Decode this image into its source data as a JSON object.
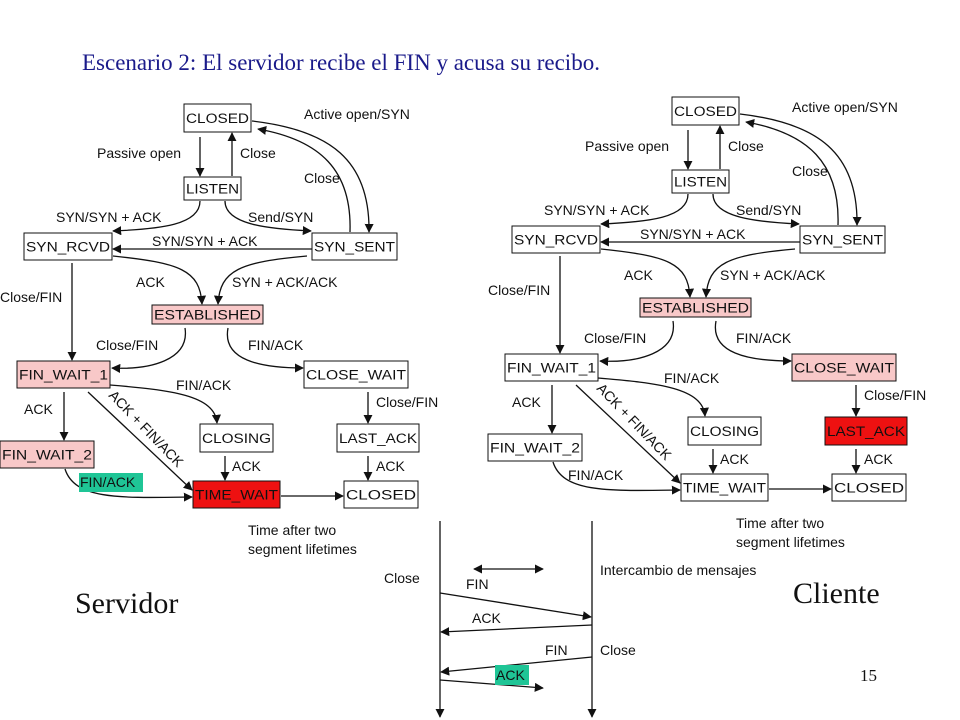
{
  "title": "Escenario 2: El servidor recibe el FIN y acusa su recibo.",
  "colors": {
    "pink": "#f8c8c8",
    "red": "#ee1111",
    "green": "#1fc596",
    "title": "#1a1a8a"
  },
  "servidor": {
    "caption": "Servidor",
    "states": {
      "closed_top": {
        "label": "CLOSED",
        "fill": "#ffffff"
      },
      "listen": {
        "label": "LISTEN",
        "fill": "#ffffff"
      },
      "syn_rcvd": {
        "label": "SYN_RCVD",
        "fill": "#ffffff"
      },
      "syn_sent": {
        "label": "SYN_SENT",
        "fill": "#ffffff"
      },
      "established": {
        "label": "ESTABLISHED",
        "fill": "#f8c8c8"
      },
      "fin_wait_1": {
        "label": "FIN_WAIT_1",
        "fill": "#f8c8c8"
      },
      "close_wait": {
        "label": "CLOSE_WAIT",
        "fill": "#ffffff"
      },
      "closing": {
        "label": "CLOSING",
        "fill": "#ffffff"
      },
      "last_ack": {
        "label": "LAST_ACK",
        "fill": "#ffffff"
      },
      "fin_wait_2": {
        "label": "FIN_WAIT_2",
        "fill": "#f8c8c8"
      },
      "time_wait": {
        "label": "TIME_WAIT",
        "fill": "#ee1111"
      },
      "closed_bottom": {
        "label": "CLOSED",
        "fill": "#ffffff"
      }
    },
    "highlight_fin_ack_fw2": true
  },
  "cliente": {
    "caption": "Cliente",
    "states": {
      "closed_top": {
        "label": "CLOSED",
        "fill": "#ffffff"
      },
      "listen": {
        "label": "LISTEN",
        "fill": "#ffffff"
      },
      "syn_rcvd": {
        "label": "SYN_RCVD",
        "fill": "#ffffff"
      },
      "syn_sent": {
        "label": "SYN_SENT",
        "fill": "#ffffff"
      },
      "established": {
        "label": "ESTABLISHED",
        "fill": "#f8c8c8"
      },
      "fin_wait_1": {
        "label": "FIN_WAIT_1",
        "fill": "#ffffff"
      },
      "close_wait": {
        "label": "CLOSE_WAIT",
        "fill": "#f8c8c8"
      },
      "closing": {
        "label": "CLOSING",
        "fill": "#ffffff"
      },
      "last_ack": {
        "label": "LAST_ACK",
        "fill": "#ee1111"
      },
      "fin_wait_2": {
        "label": "FIN_WAIT_2",
        "fill": "#ffffff"
      },
      "time_wait": {
        "label": "TIME_WAIT",
        "fill": "#ffffff"
      },
      "closed_bottom": {
        "label": "CLOSED",
        "fill": "#ffffff"
      }
    },
    "highlight_fin_ack_fw2": false
  },
  "transitions": {
    "active_open": "Active open/SYN",
    "passive_open": "Passive open",
    "close_listen": "Close",
    "close_synsent": "Close",
    "listen_synrcvd": "SYN/SYN + ACK",
    "send_syn": "Send/SYN",
    "synsent_synrcvd": "SYN/SYN + ACK",
    "ack": "ACK",
    "syn_ack_ack": "SYN + ACK/ACK",
    "synrcvd_close_fin": "Close/FIN",
    "est_close_fin": "Close/FIN",
    "est_fin_ack": "FIN/ACK",
    "fw1_fin_ack": "FIN/ACK",
    "closewait_close_fin": "Close/FIN",
    "fw1_ack": "ACK",
    "ack_fin_ack": "ACK + FIN/ACK",
    "closing_ack": "ACK",
    "lastack_ack": "ACK",
    "fw2_fin_ack": "FIN/ACK",
    "timeout_line1": "Time after two",
    "timeout_line2": "segment lifetimes"
  },
  "sequence": {
    "close_left": "Close",
    "fin1": "FIN",
    "ack1": "ACK",
    "fin2": "FIN",
    "close_right": "Close",
    "ack2": "ACK",
    "exchange": "Intercambio de mensajes"
  },
  "page_number": "15"
}
